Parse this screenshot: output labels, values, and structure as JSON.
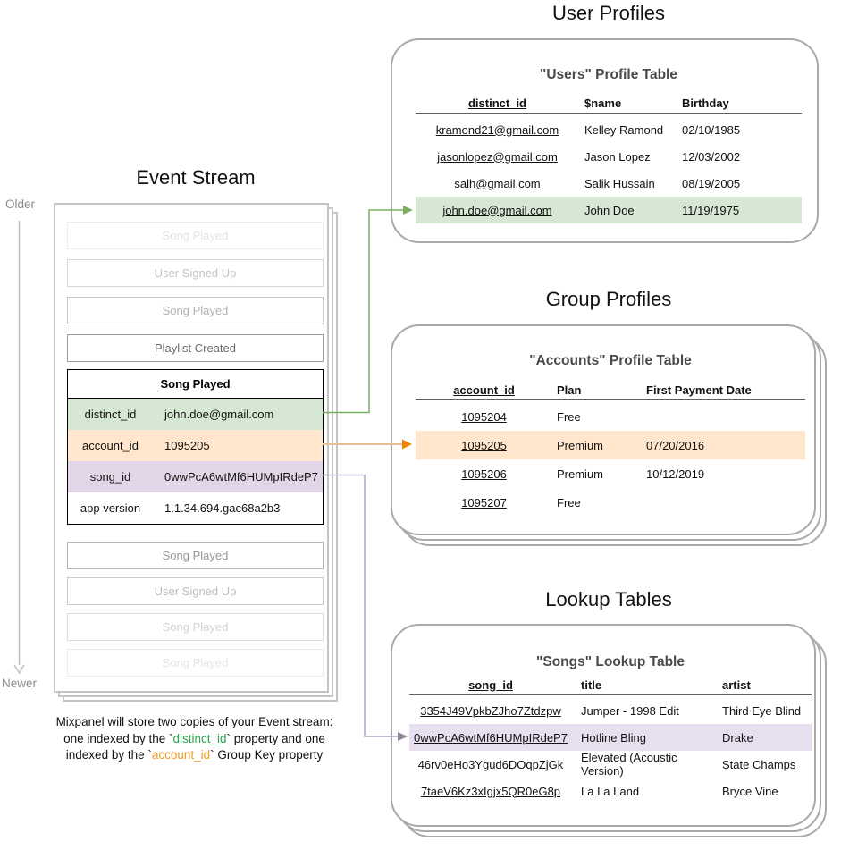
{
  "titles": {
    "user_profiles": "User Profiles",
    "event_stream": "Event Stream",
    "group_profiles": "Group Profiles",
    "lookup_tables": "Lookup Tables"
  },
  "timeline": {
    "older": "Older",
    "newer": "Newer"
  },
  "event_stream": {
    "events_before": [
      "Song Played",
      "User Signed Up",
      "Song Played",
      "Playlist Created"
    ],
    "expanded_event": {
      "title": "Song Played",
      "properties": [
        {
          "key": "distinct_id",
          "value": "john.doe@gmail.com"
        },
        {
          "key": "account_id",
          "value": "1095205"
        },
        {
          "key": "song_id",
          "value": "0wwPcA6wtMf6HUMpIRdeP7"
        },
        {
          "key": "app version",
          "value": "1.1.34.694.gac68a2b3"
        }
      ]
    },
    "events_after": [
      "Song Played",
      "User Signed Up",
      "Song Played",
      "Song Played"
    ]
  },
  "users_table": {
    "title": "\"Users\" Profile Table",
    "headers": [
      "distinct_id",
      "$name",
      "Birthday"
    ],
    "rows": [
      [
        "kramond21@gmail.com",
        "Kelley Ramond",
        "02/10/1985"
      ],
      [
        "jasonlopez@gmail.com",
        "Jason Lopez",
        "12/03/2002"
      ],
      [
        "salh@gmail.com",
        "Salik Hussain",
        "08/19/2005"
      ],
      [
        "john.doe@gmail.com",
        "John Doe",
        "11/19/1975"
      ]
    ],
    "highlighted_row": "john.doe@gmail.com"
  },
  "accounts_table": {
    "title": "\"Accounts\" Profile Table",
    "headers": [
      "account_id",
      "Plan",
      "First Payment Date"
    ],
    "rows": [
      [
        "1095204",
        "Free",
        ""
      ],
      [
        "1095205",
        "Premium",
        "07/20/2016"
      ],
      [
        "1095206",
        "Premium",
        "10/12/2019"
      ],
      [
        "1095207",
        "Free",
        ""
      ]
    ],
    "highlighted_row": "1095205"
  },
  "songs_table": {
    "title": "\"Songs\" Lookup Table",
    "headers": [
      "song_id",
      "title",
      "artist"
    ],
    "rows": [
      [
        "3354J49VpkbZJho7Ztdzpw",
        "Jumper - 1998 Edit",
        "Third Eye Blind"
      ],
      [
        "0wwPcA6wtMf6HUMpIRdeP7",
        "Hotline Bling",
        "Drake"
      ],
      [
        "46rv0eHo3Ygud6DOqpZjGk",
        "Elevated (Acoustic Version)",
        "State Champs"
      ],
      [
        "7taeV6Kz3xIgjx5QR0eG8p",
        "La La Land",
        "Bryce Vine"
      ]
    ],
    "highlighted_row": "0wwPcA6wtMf6HUMpIRdeP7"
  },
  "caption": {
    "line1": "Mixpanel will store two copies of your Event stream:",
    "line2_pre": "one indexed by the `",
    "line2_code": "distinct_id",
    "line2_post": "` property and one",
    "line3_pre": "indexed by the `",
    "line3_code": "account_id",
    "line3_post": "` Group Key property"
  },
  "colors": {
    "highlight_green": "#d6e8d3",
    "highlight_orange": "#ffe6cc",
    "highlight_purple_event": "#e1d5e7",
    "highlight_purple_table": "#e7def0",
    "connector_green": "#7bad62",
    "connector_orange_line": "#e6c094",
    "connector_orange_head": "#ee8300",
    "connector_purple_line": "#b2a1c1",
    "connector_purple_head": "#8e8699",
    "caption_green": "#2fa24f",
    "caption_orange": "#f59b23"
  }
}
